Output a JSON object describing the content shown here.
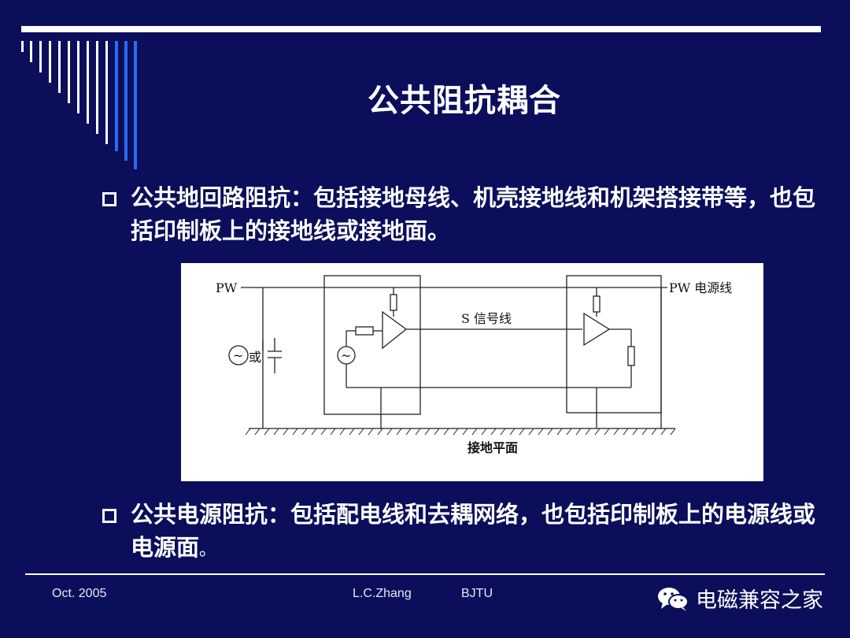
{
  "slide": {
    "title": "公共阻抗耦合",
    "bullets": [
      {
        "text": "公共地回路阻抗：包括接地母线、机壳接地线和机架搭接带等，也包括印制板上的接地线或接地面。"
      },
      {
        "text": "公共电源阻抗：包括配电线和去耦网络，也包括印制板上的电源线或电源面",
        "tail": "。"
      }
    ]
  },
  "figure": {
    "label_pw_left": "PW",
    "label_pw_right": "PW 电源线",
    "label_signal": "S 信号线",
    "label_or": "或",
    "label_ground": "接地平面",
    "label_source_symbol": "~"
  },
  "footer": {
    "date": "Oct. 2005",
    "author": "L.C.Zhang",
    "org": "BJTU",
    "brand": "电磁兼容之家"
  },
  "icons": {
    "bullet": "hollow-square-bullet-icon",
    "brand": "wechat-icon"
  },
  "colors": {
    "background": "#0b0e5a",
    "accent_bars": "#2a6cf0",
    "text": "#ffffff"
  }
}
